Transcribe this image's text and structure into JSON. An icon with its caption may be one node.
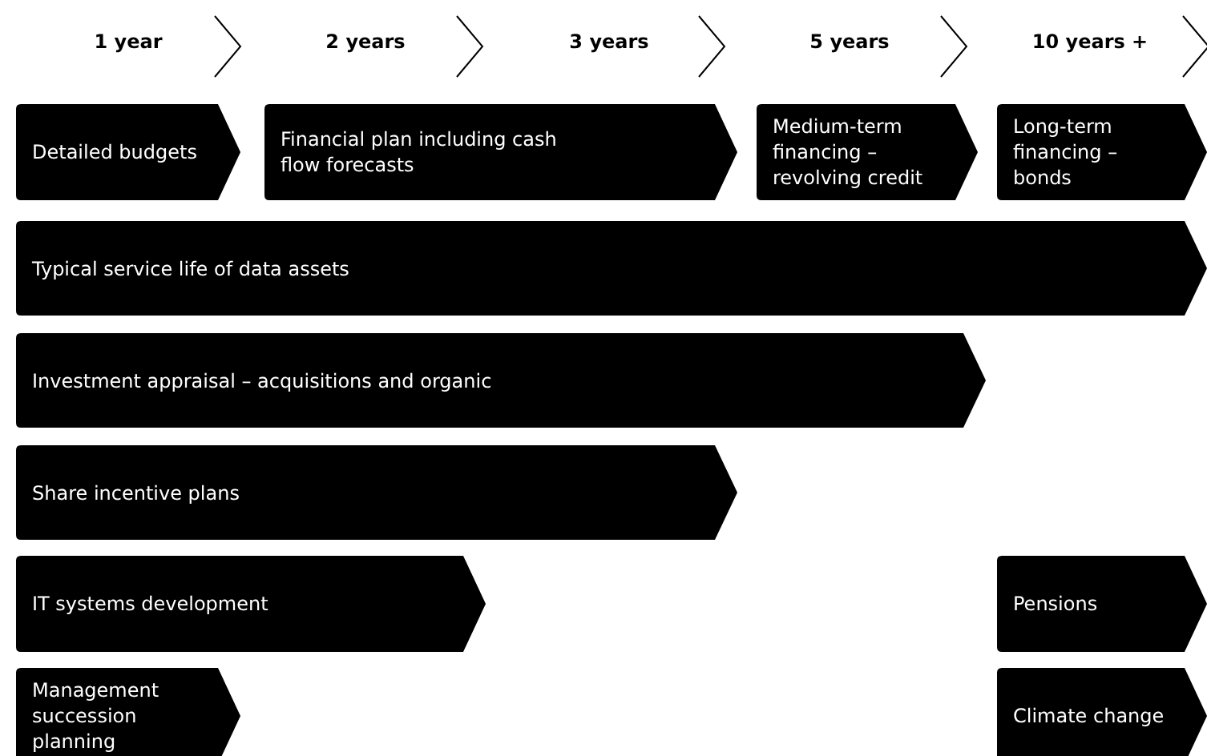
{
  "diagram": {
    "nodes": [
      {
        "text": [
          "Detailed budgets"
        ]
      },
      {
        "text": [
          "Financial plan including cash flow forecasts"
        ]
      },
      {
        "text": [
          "Medium-term financing – revolving credit"
        ]
      },
      {
        "text": [
          "Long-term financing – bonds"
        ]
      },
      {
        "text": [
          "Typical service life of data assets"
        ]
      },
      {
        "text": [
          "Investment appraisal – acquisitions and organic"
        ]
      },
      {
        "text": [
          "Share incentive plans"
        ]
      },
      {
        "text": [
          "IT systems development"
        ]
      },
      {
        "text": [
          "Pensions"
        ]
      },
      {
        "text": [
          "Management succession planning"
        ]
      },
      {
        "text": [
          "Climate change"
        ]
      }
    ],
    "edges": [],
    "labels": [
      "1 year",
      "2 years",
      "3 years",
      "5 years",
      "10 years +"
    ]
  }
}
